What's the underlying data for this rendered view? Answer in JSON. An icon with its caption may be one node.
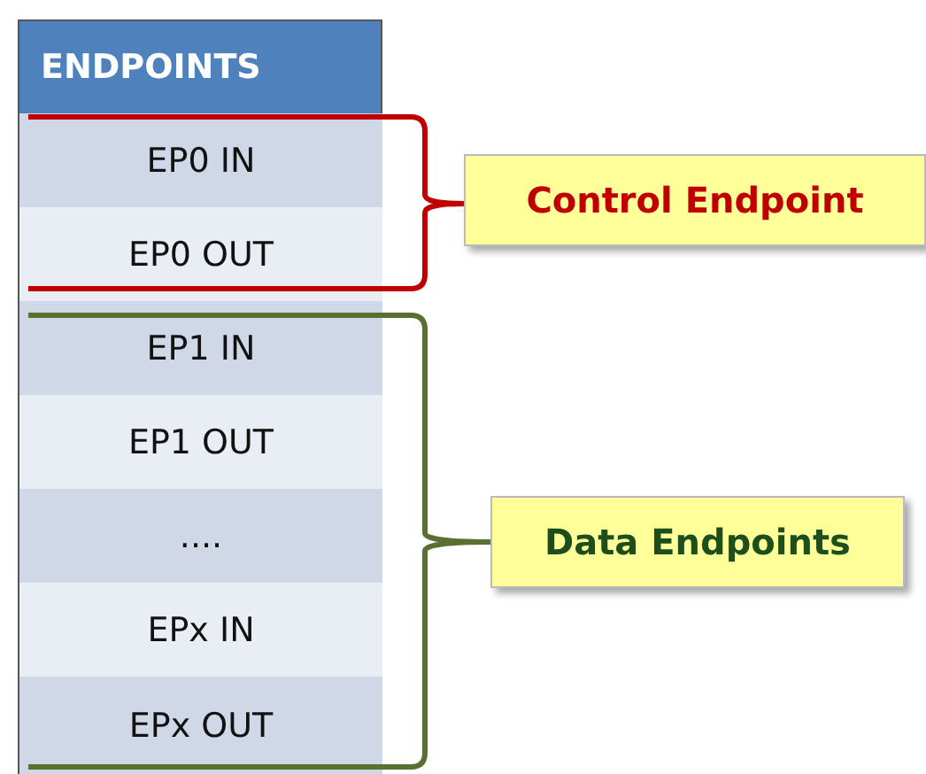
{
  "diagram": {
    "nodes": [
      {
        "text": [
          "ENDPOINTS"
        ]
      },
      {
        "text": [
          "EP0 IN"
        ],
        "in": 0
      },
      {
        "text": [
          "EP0 OUT"
        ],
        "in": 0
      },
      {
        "text": [
          "EP1 IN"
        ],
        "in": 0
      },
      {
        "text": [
          "EP1 OUT"
        ],
        "in": 0
      },
      {
        "text": [
          "...."
        ],
        "in": 0
      },
      {
        "text": [
          "EPx IN"
        ],
        "in": 0
      },
      {
        "text": [
          "EPx OUT"
        ],
        "in": 0
      },
      {
        "text": [
          "Control Endpoint"
        ]
      },
      {
        "text": [
          "Data Endpoints"
        ]
      }
    ],
    "edges": []
  }
}
